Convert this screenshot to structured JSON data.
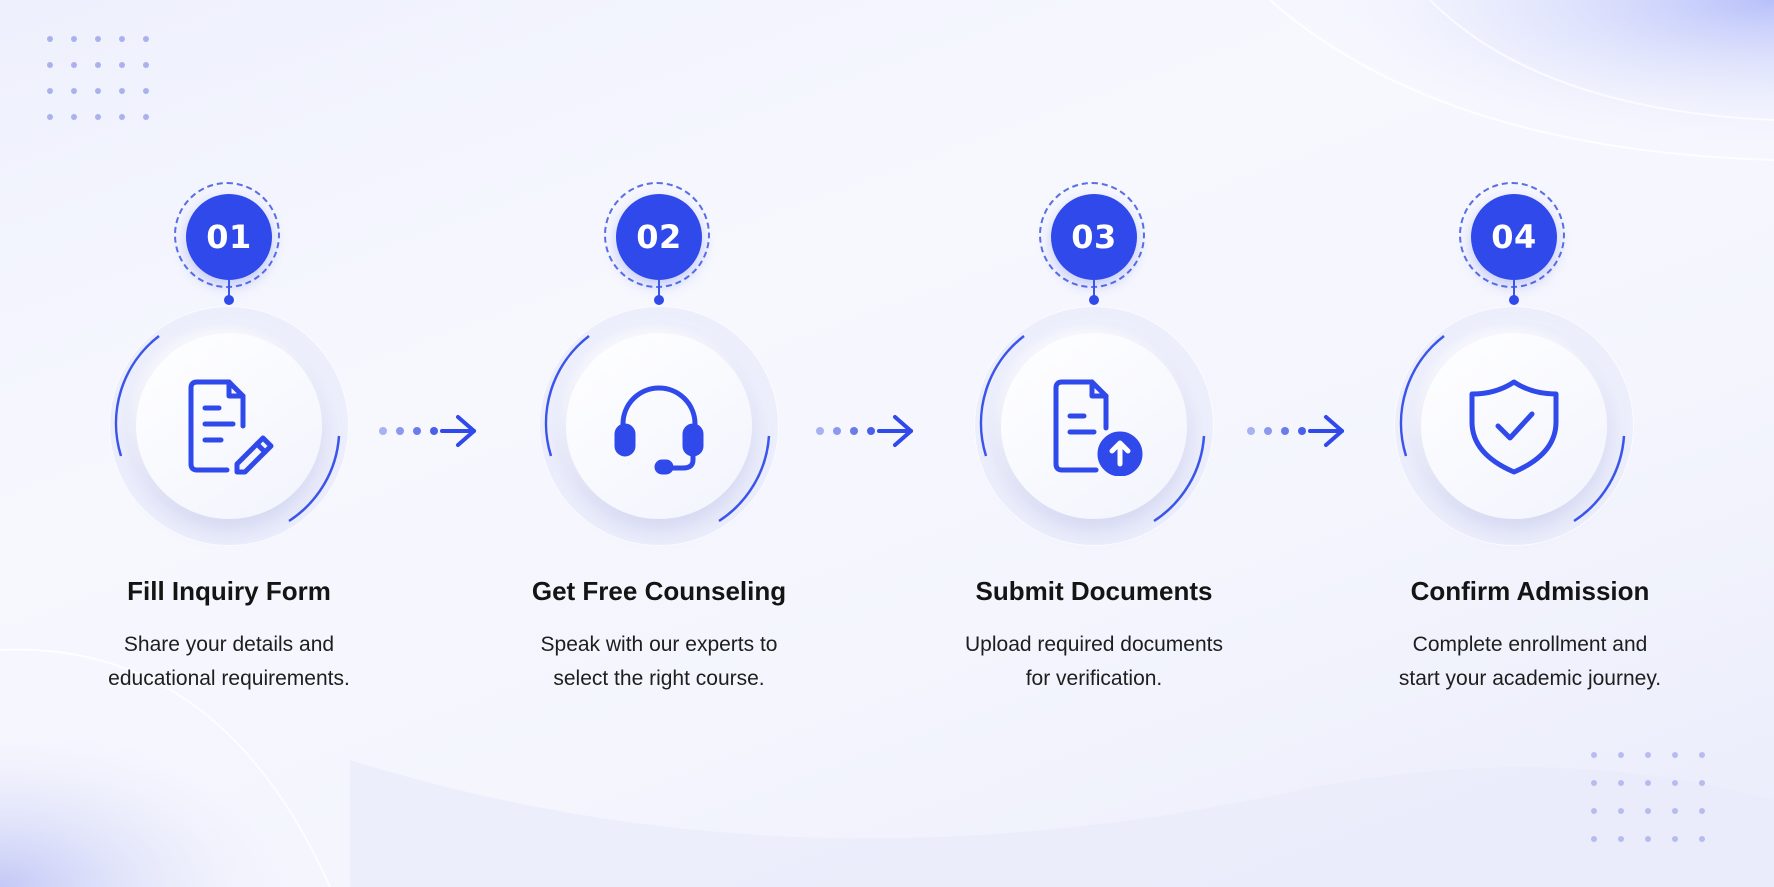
{
  "steps": [
    {
      "number": "01",
      "title": "Fill Inquiry Form",
      "desc_line1": "Share your details and",
      "desc_line2": "educational requirements.",
      "icon": "form-edit-icon"
    },
    {
      "number": "02",
      "title": "Get Free Counseling",
      "desc_line1": "Speak with our experts to",
      "desc_line2": "select the right course.",
      "icon": "headset-icon"
    },
    {
      "number": "03",
      "title": "Submit Documents",
      "desc_line1": "Upload required documents",
      "desc_line2": "for verification.",
      "icon": "document-upload-icon"
    },
    {
      "number": "04",
      "title": "Confirm Admission",
      "desc_line1": "Complete enrollment and",
      "desc_line2": "start your academic journey.",
      "icon": "shield-check-icon"
    }
  ],
  "colors": {
    "accent": "#2f49ea",
    "background": "#f4f5fd",
    "text": "#141414"
  }
}
